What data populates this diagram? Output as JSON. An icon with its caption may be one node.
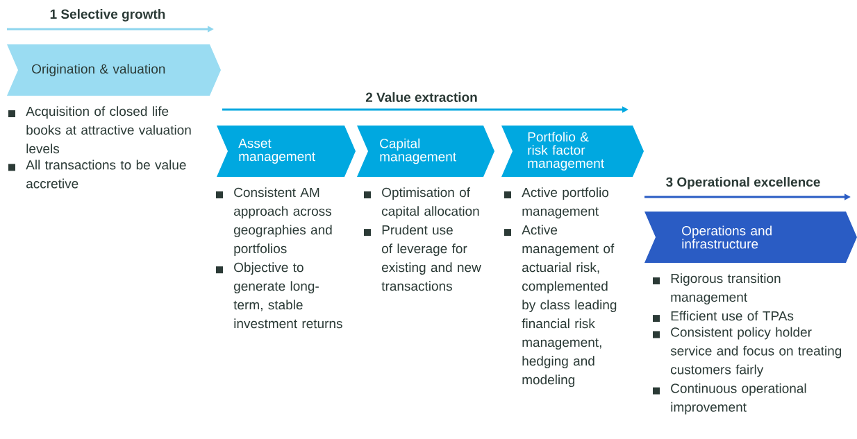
{
  "diagram": {
    "nodes": [
      {
        "text": [
          "Origination & valuation"
        ],
        "beside": [
          "Acquisition of closed life books at attractive valuation levels",
          "All transactions to be value accretive"
        ]
      },
      {
        "text": [
          "Asset management"
        ],
        "beside": [
          "Consistent AM approach across geographies and portfolios",
          "Objective to generate long-term, stable investment returns"
        ]
      },
      {
        "text": [
          "Capital management"
        ],
        "beside": [
          "Optimisation of capital allocation",
          "Prudent use of leverage for existing and new transactions"
        ]
      },
      {
        "text": [
          "Portfolio & risk factor management"
        ],
        "beside": [
          "Active portfolio management",
          "Active management of actuarial risk, complemented by class leading financial risk management, hedging and modeling"
        ]
      },
      {
        "text": [
          "Operations and infrastructure"
        ],
        "beside": [
          "Rigorous transition management",
          "Efficient use of TPAs",
          "Consistent policy holder service and focus on treating customers fairly",
          "Continuous operational improvement"
        ]
      }
    ],
    "labels": [
      "1 Selective growth",
      "2 Value extraction",
      "3 Operational excellence"
    ]
  }
}
